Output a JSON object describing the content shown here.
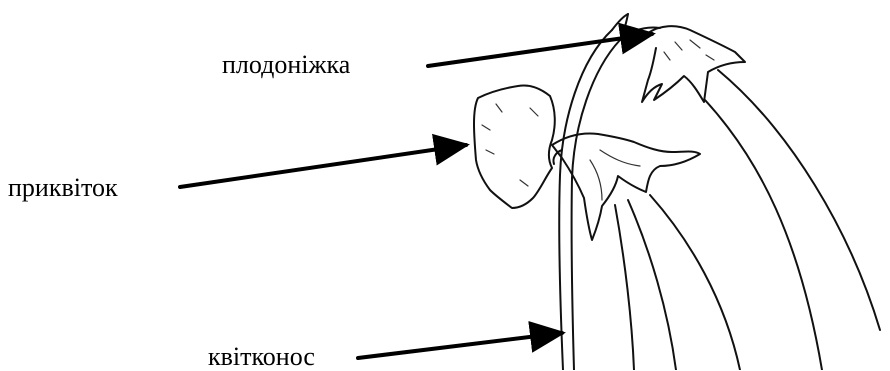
{
  "labels": {
    "fruit_stalk": "плодоніжка",
    "bract": "приквіток",
    "peduncle": "квітконос"
  },
  "colors": {
    "line": "#111111",
    "arrow": "#000000",
    "background": "#ffffff"
  }
}
